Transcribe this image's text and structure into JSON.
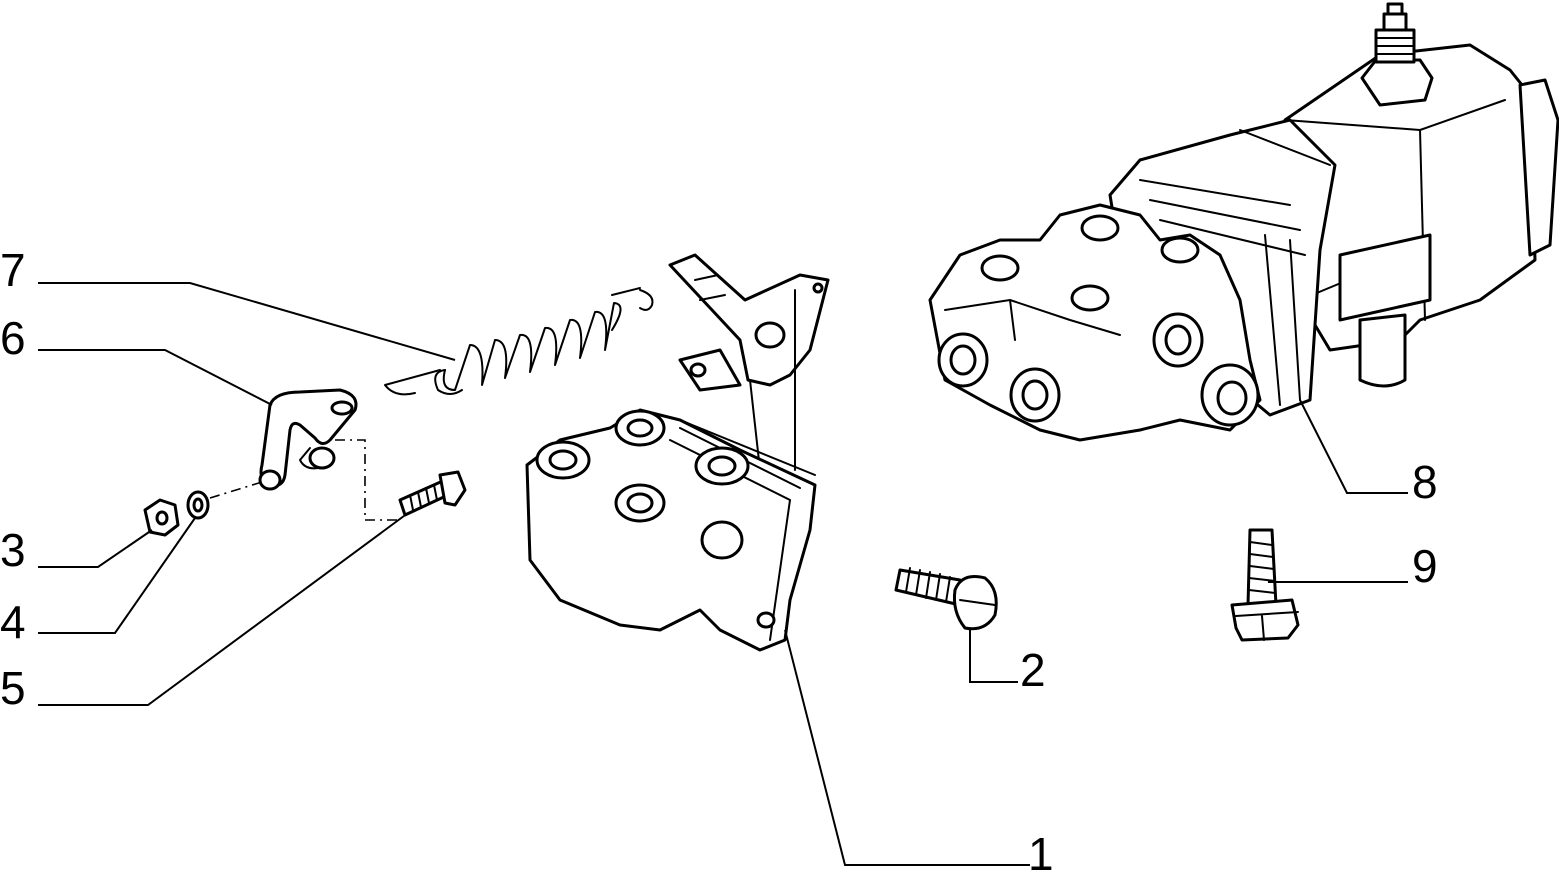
{
  "callouts": {
    "c1": "1",
    "c2": "2",
    "c3": "3",
    "c4": "4",
    "c5": "5",
    "c6": "6",
    "c7": "7",
    "c8": "8",
    "c9": "9"
  },
  "colors": {
    "ink": "#000000",
    "paper": "#ffffff"
  }
}
